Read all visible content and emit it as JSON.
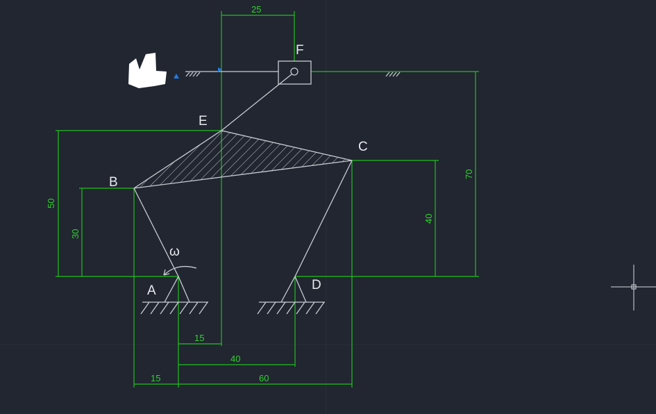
{
  "drawing": {
    "points": {
      "A": "A",
      "B": "B",
      "C": "C",
      "D": "D",
      "E": "E",
      "F": "F"
    },
    "angular_velocity_symbol": "ω",
    "dimensions": {
      "top_EF": "25",
      "left_E_height": "50",
      "left_B_height": "30",
      "right_C_height": "40",
      "right_F_height": "70",
      "bottom_AE": "15",
      "bottom_AD": "40",
      "bottom_BA": "15",
      "bottom_AC": "60"
    },
    "colors": {
      "background": "#212630",
      "dimension": "#1fbf1f",
      "geometry": "#c9ccd2",
      "marker": "#1e7be6"
    }
  }
}
